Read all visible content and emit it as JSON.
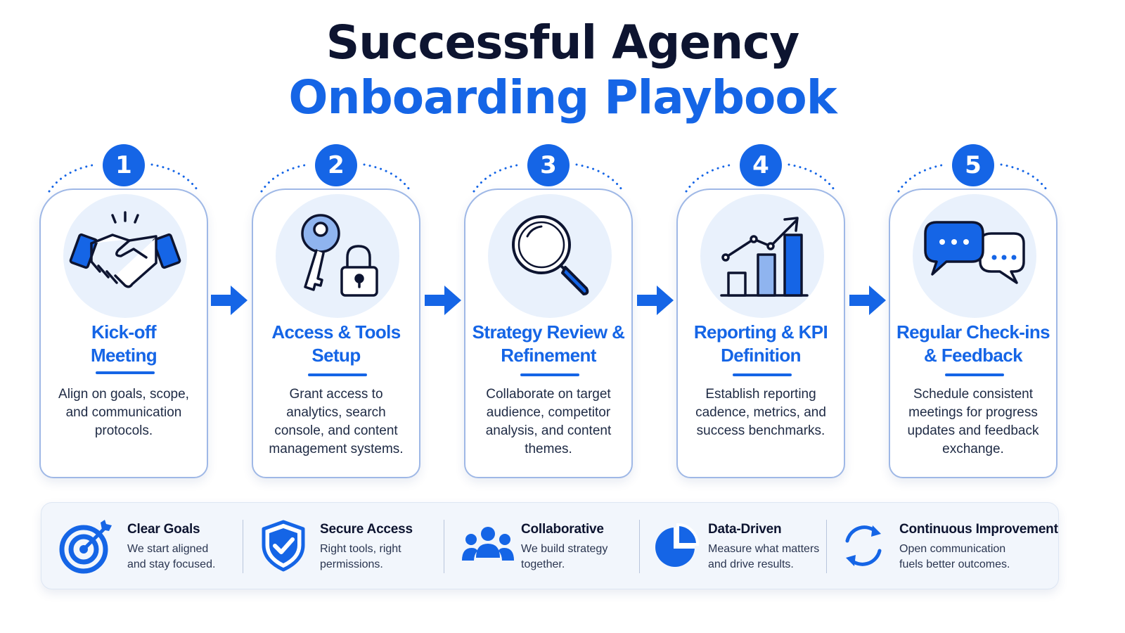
{
  "header": {
    "title_line1": "Successful Agency",
    "title_line2": "Onboarding Playbook"
  },
  "colors": {
    "accent": "#1565e6",
    "dark": "#0d1430",
    "icon_bg": "#e9f1fc",
    "card_border": "#9fb8e6",
    "panel_bg": "#f2f6fc"
  },
  "steps": [
    {
      "number": "1",
      "title": "Kick-off Meeting",
      "title_line1": "Kick-off",
      "title_line2": "Meeting",
      "icon": "handshake-icon",
      "description": "Align on goals, scope, and communication protocols."
    },
    {
      "number": "2",
      "title": "Access & Tools Setup",
      "title_line1": "Access & Tools",
      "title_line2": "Setup",
      "icon": "key-and-lock-icon",
      "description": "Grant access to analytics, search console, and content management systems."
    },
    {
      "number": "3",
      "title": "Strategy Review & Refinement",
      "title_line1": "Strategy Review &",
      "title_line2": "Refinement",
      "icon": "magnifying-glass-icon",
      "description": "Collaborate on target audience, competitor analysis, and content themes."
    },
    {
      "number": "4",
      "title": "Reporting & KPI Definition",
      "title_line1": "Reporting & KPI",
      "title_line2": "Definition",
      "icon": "growth-chart-icon",
      "description": "Establish reporting cadence, metrics, and success benchmarks."
    },
    {
      "number": "5",
      "title": "Regular Check-ins & Feedback",
      "title_line1": "Regular Check-ins",
      "title_line2": "& Feedback",
      "icon": "chat-bubbles-icon",
      "description": "Schedule consistent meetings for progress updates and feedback exchange."
    }
  ],
  "features": [
    {
      "title": "Clear Goals",
      "line1": "We start aligned",
      "line2": "and stay focused.",
      "icon": "target-icon"
    },
    {
      "title": "Secure Access",
      "line1": "Right tools, right",
      "line2": "permissions.",
      "icon": "shield-check-icon"
    },
    {
      "title": "Collaborative",
      "line1": "We build strategy",
      "line2": "together.",
      "icon": "team-icon"
    },
    {
      "title": "Data-Driven",
      "line1": "Measure what matters",
      "line2": "and drive results.",
      "icon": "pie-chart-icon"
    },
    {
      "title": "Continuous Improvement",
      "line1": "Open communication",
      "line2": "fuels better outcomes.",
      "icon": "refresh-cycle-icon"
    }
  ]
}
